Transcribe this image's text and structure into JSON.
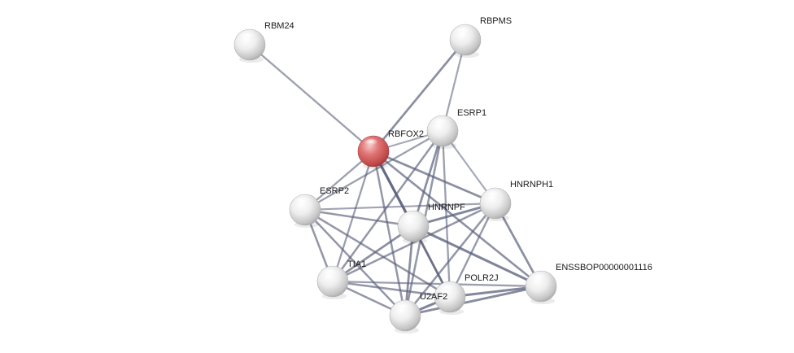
{
  "network": {
    "nodes": [
      {
        "id": "RBM24",
        "label": "RBM24",
        "color": "#e6e6e6",
        "query": false
      },
      {
        "id": "RBPMS",
        "label": "RBPMS",
        "color": "#e6e6e6",
        "query": false
      },
      {
        "id": "ESRP1",
        "label": "ESRP1",
        "color": "#e6e6e6",
        "query": false
      },
      {
        "id": "RBFOX2",
        "label": "RBFOX2",
        "color": "#e06868",
        "query": true
      },
      {
        "id": "HNRNPH1",
        "label": "HNRNPH1",
        "color": "#e6e6e6",
        "query": false
      },
      {
        "id": "ESRP2",
        "label": "ESRP2",
        "color": "#e6e6e6",
        "query": false
      },
      {
        "id": "HNRNPF",
        "label": "HNRNPF",
        "color": "#e6e6e6",
        "query": false
      },
      {
        "id": "ENSSBOP00000001116",
        "label": "ENSSBOP00000001116",
        "color": "#e6e6e6",
        "query": false
      },
      {
        "id": "TIA1",
        "label": "TIA1",
        "color": "#e6e6e6",
        "query": false
      },
      {
        "id": "POLR2J",
        "label": "POLR2J",
        "color": "#e6e6e6",
        "query": false
      },
      {
        "id": "U2AF2",
        "label": "U2AF2",
        "color": "#e6e6e6",
        "query": false
      }
    ],
    "edge_color": "#5a5f7a",
    "edges": [
      {
        "source": "RBM24",
        "target": "RBFOX2",
        "strength": 0.5
      },
      {
        "source": "RBPMS",
        "target": "RBFOX2",
        "strength": 0.7
      },
      {
        "source": "RBPMS",
        "target": "ESRP1",
        "strength": 0.45
      },
      {
        "source": "RBFOX2",
        "target": "ESRP1",
        "strength": 0.4
      },
      {
        "source": "RBFOX2",
        "target": "ESRP2",
        "strength": 0.5
      },
      {
        "source": "RBFOX2",
        "target": "HNRNPF",
        "strength": 0.95
      },
      {
        "source": "RBFOX2",
        "target": "HNRNPH1",
        "strength": 0.7
      },
      {
        "source": "RBFOX2",
        "target": "TIA1",
        "strength": 0.5
      },
      {
        "source": "RBFOX2",
        "target": "U2AF2",
        "strength": 0.6
      },
      {
        "source": "RBFOX2",
        "target": "POLR2J",
        "strength": 0.6
      },
      {
        "source": "RBFOX2",
        "target": "ENSSBOP00000001116",
        "strength": 0.65
      },
      {
        "source": "ESRP1",
        "target": "ESRP2",
        "strength": 0.5
      },
      {
        "source": "ESRP1",
        "target": "HNRNPF",
        "strength": 0.7
      },
      {
        "source": "ESRP1",
        "target": "HNRNPH1",
        "strength": 0.4
      },
      {
        "source": "ESRP1",
        "target": "TIA1",
        "strength": 0.6
      },
      {
        "source": "ESRP1",
        "target": "U2AF2",
        "strength": 0.6
      },
      {
        "source": "ESRP1",
        "target": "POLR2J",
        "strength": 0.5
      },
      {
        "source": "ESRP2",
        "target": "HNRNPF",
        "strength": 0.6
      },
      {
        "source": "ESRP2",
        "target": "HNRNPH1",
        "strength": 0.45
      },
      {
        "source": "ESRP2",
        "target": "TIA1",
        "strength": 0.6
      },
      {
        "source": "ESRP2",
        "target": "U2AF2",
        "strength": 0.6
      },
      {
        "source": "ESRP2",
        "target": "POLR2J",
        "strength": 0.6
      },
      {
        "source": "HNRNPF",
        "target": "HNRNPH1",
        "strength": 0.8
      },
      {
        "source": "HNRNPF",
        "target": "TIA1",
        "strength": 0.7
      },
      {
        "source": "HNRNPF",
        "target": "U2AF2",
        "strength": 0.7
      },
      {
        "source": "HNRNPF",
        "target": "POLR2J",
        "strength": 0.7
      },
      {
        "source": "HNRNPF",
        "target": "ENSSBOP00000001116",
        "strength": 0.85
      },
      {
        "source": "HNRNPH1",
        "target": "TIA1",
        "strength": 0.6
      },
      {
        "source": "HNRNPH1",
        "target": "U2AF2",
        "strength": 0.6
      },
      {
        "source": "HNRNPH1",
        "target": "POLR2J",
        "strength": 0.55
      },
      {
        "source": "HNRNPH1",
        "target": "ENSSBOP00000001116",
        "strength": 0.7
      },
      {
        "source": "TIA1",
        "target": "U2AF2",
        "strength": 0.6
      },
      {
        "source": "TIA1",
        "target": "POLR2J",
        "strength": 0.6
      },
      {
        "source": "TIA1",
        "target": "ENSSBOP00000001116",
        "strength": 0.5
      },
      {
        "source": "U2AF2",
        "target": "POLR2J",
        "strength": 0.85
      },
      {
        "source": "U2AF2",
        "target": "ENSSBOP00000001116",
        "strength": 0.75
      },
      {
        "source": "POLR2J",
        "target": "ENSSBOP00000001116",
        "strength": 0.8
      }
    ]
  }
}
